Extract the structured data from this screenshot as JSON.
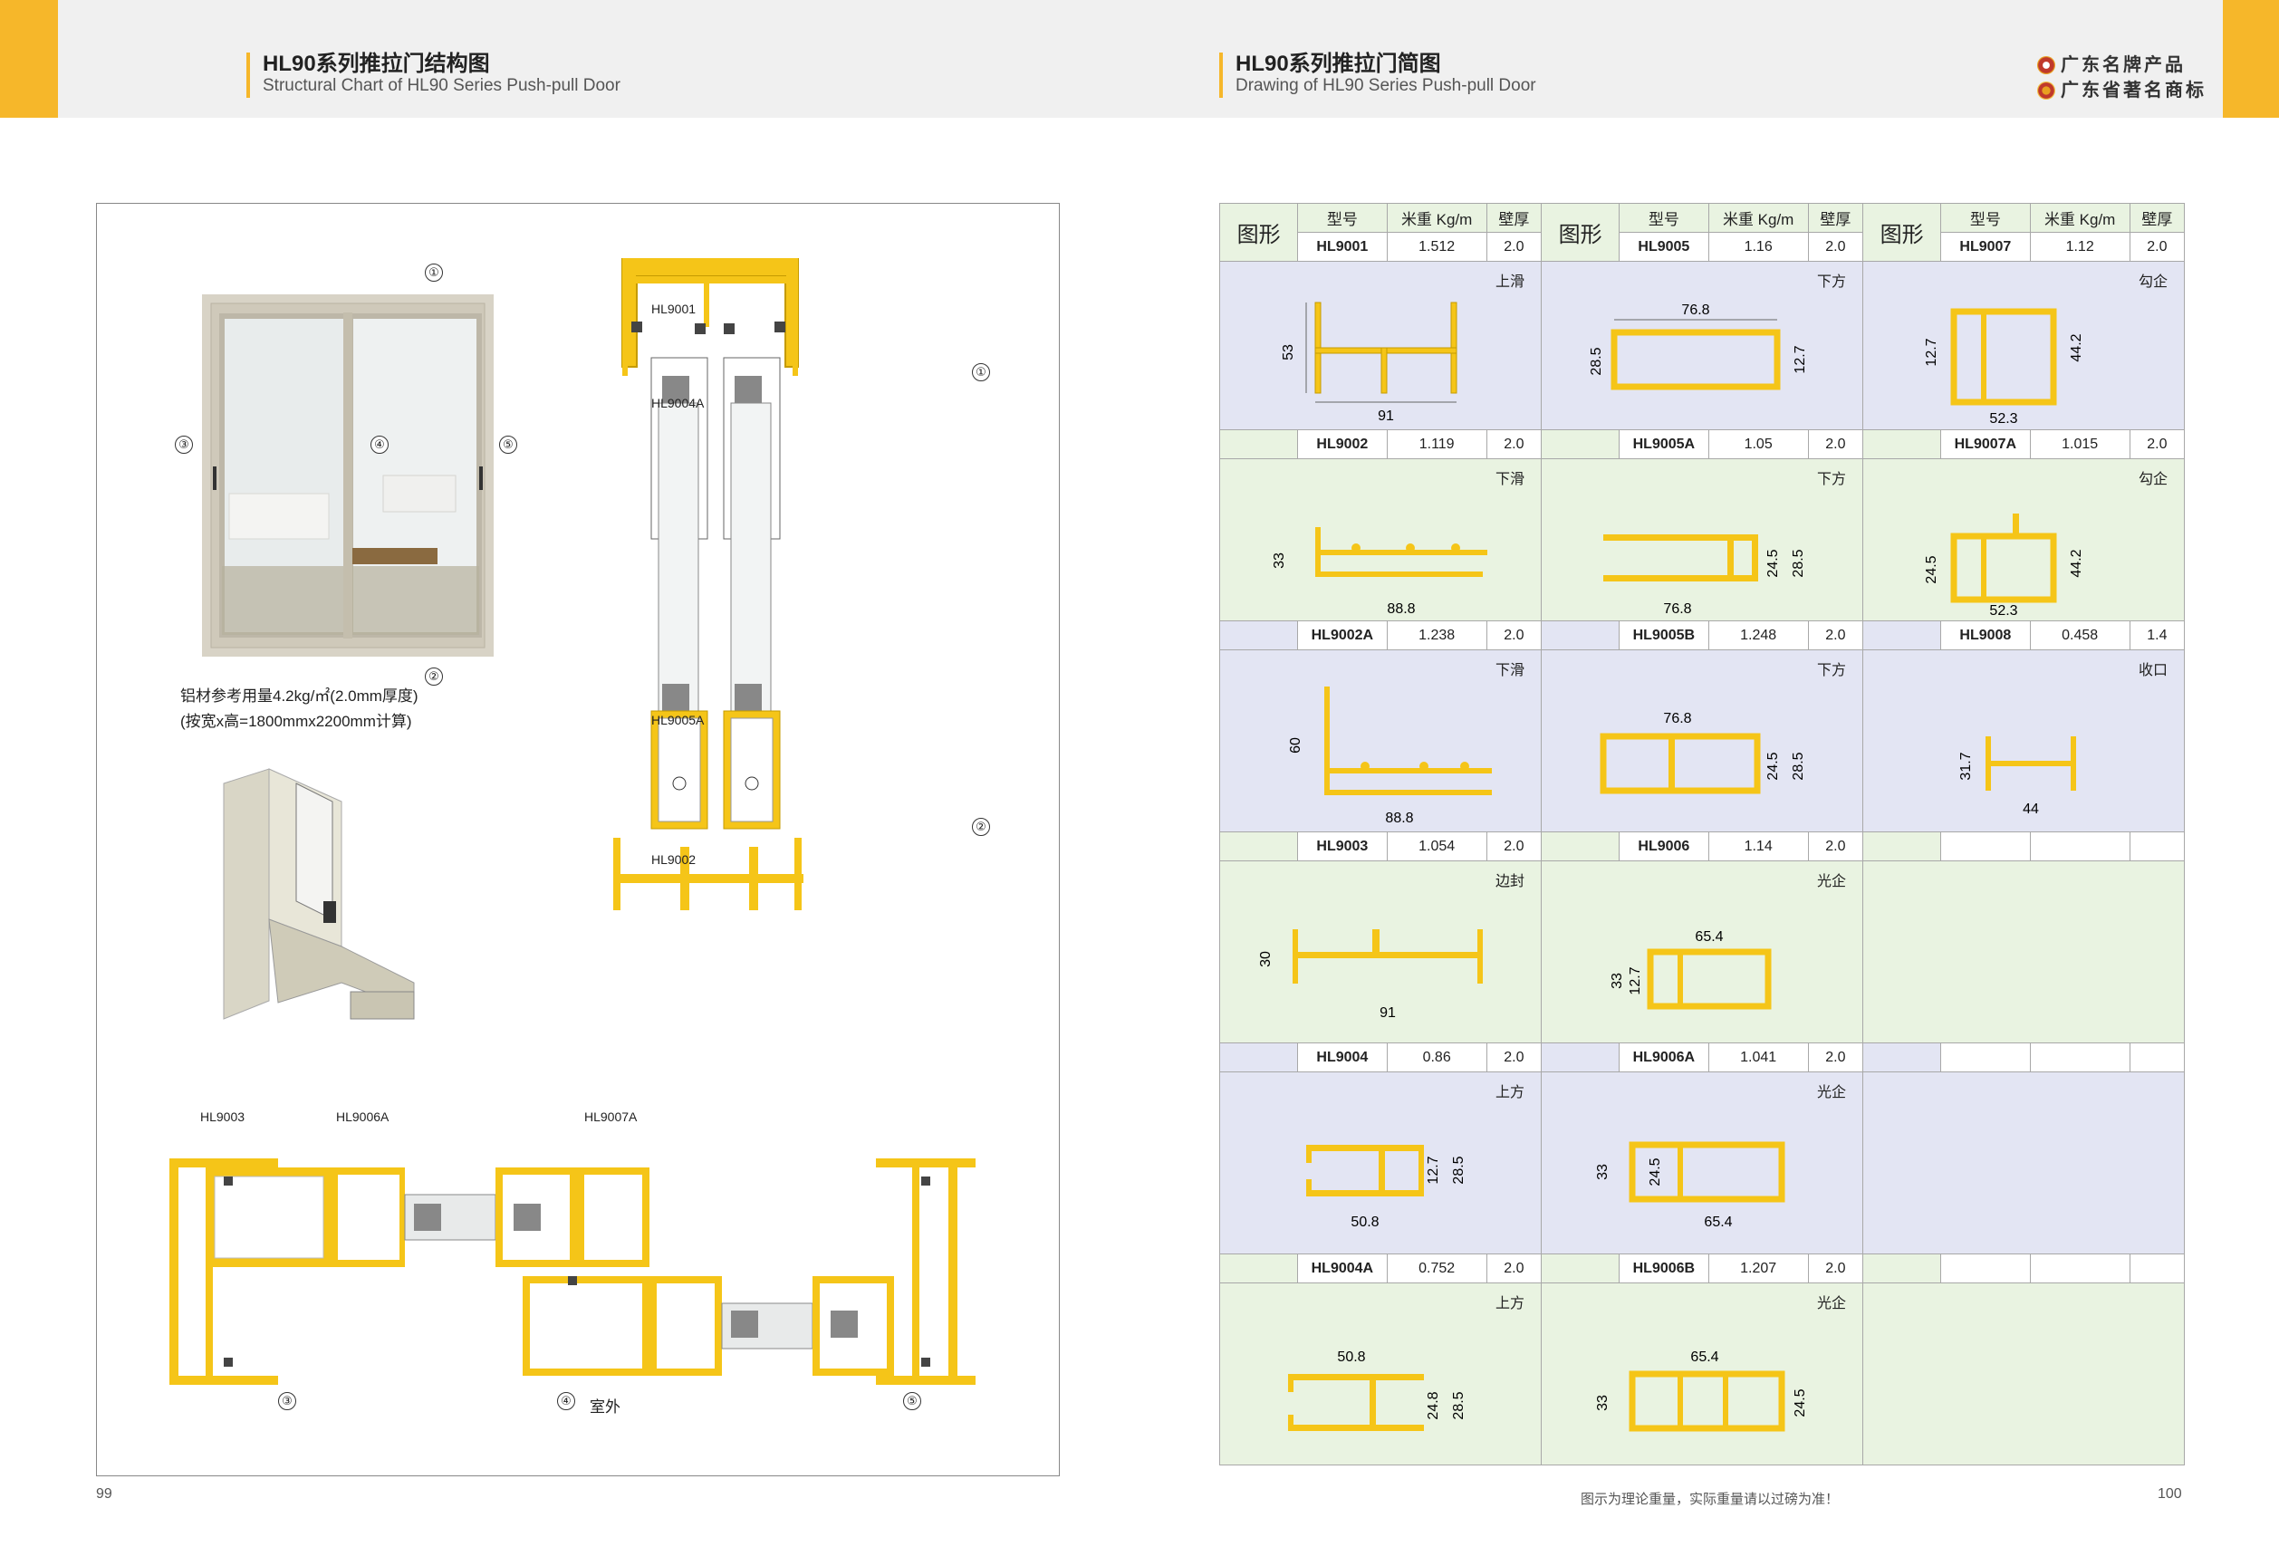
{
  "header": {
    "left_title_cn": "HL90系列推拉门结构图",
    "left_title_en": "Structural Chart of HL90 Series Push-pull Door",
    "right_title_cn": "HL90系列推拉门简图",
    "right_title_en": "Drawing of HL90 Series Push-pull Door",
    "brand_1": "广东名牌产品",
    "brand_2": "广东省著名商标"
  },
  "left": {
    "note_line1": "铝材参考用量4.2kg/㎡(2.0mm厚度)",
    "note_line2": "(按宽x高=1800mmx2200mm计算)",
    "labels": {
      "hl9001": "HL9001",
      "hl9004a": "HL9004A",
      "hl9005a": "HL9005A",
      "hl9002": "HL9002",
      "hl9003": "HL9003",
      "hl9006a": "HL9006A",
      "hl9007a": "HL9007A",
      "outside": "室外"
    },
    "circles": [
      "①",
      "②",
      "③",
      "④",
      "⑤"
    ]
  },
  "table": {
    "head": {
      "figure": "图形",
      "model": "型号",
      "weight": "米重 Kg/m",
      "wall": "壁厚"
    },
    "rows": [
      [
        {
          "model": "HL9001",
          "weight": "1.512",
          "wall": "2.0",
          "tag": "上滑",
          "dims": [
            "53",
            "91"
          ]
        },
        {
          "model": "HL9005",
          "weight": "1.16",
          "wall": "2.0",
          "tag": "下方",
          "dims": [
            "76.8",
            "28.5",
            "12.7"
          ]
        },
        {
          "model": "HL9007",
          "weight": "1.12",
          "wall": "2.0",
          "tag": "勾企",
          "dims": [
            "12.7",
            "44.2",
            "52.3"
          ]
        }
      ],
      [
        {
          "model": "HL9002",
          "weight": "1.119",
          "wall": "2.0",
          "tag": "下滑",
          "dims": [
            "33",
            "88.8"
          ]
        },
        {
          "model": "HL9005A",
          "weight": "1.05",
          "wall": "2.0",
          "tag": "下方",
          "dims": [
            "24.5",
            "28.5",
            "76.8"
          ]
        },
        {
          "model": "HL9007A",
          "weight": "1.015",
          "wall": "2.0",
          "tag": "勾企",
          "dims": [
            "24.5",
            "44.2",
            "52.3"
          ]
        }
      ],
      [
        {
          "model": "HL9002A",
          "weight": "1.238",
          "wall": "2.0",
          "tag": "下滑",
          "dims": [
            "60",
            "88.8"
          ]
        },
        {
          "model": "HL9005B",
          "weight": "1.248",
          "wall": "2.0",
          "tag": "下方",
          "dims": [
            "76.8",
            "24.5",
            "28.5"
          ]
        },
        {
          "model": "HL9008",
          "weight": "0.458",
          "wall": "1.4",
          "tag": "收口",
          "dims": [
            "31.7",
            "44"
          ]
        }
      ],
      [
        {
          "model": "HL9003",
          "weight": "1.054",
          "wall": "2.0",
          "tag": "边封",
          "dims": [
            "30",
            "91"
          ]
        },
        {
          "model": "HL9006",
          "weight": "1.14",
          "wall": "2.0",
          "tag": "光企",
          "dims": [
            "65.4",
            "33",
            "12.7"
          ]
        }
      ],
      [
        {
          "model": "HL9004",
          "weight": "0.86",
          "wall": "2.0",
          "tag": "上方",
          "dims": [
            "12.7",
            "28.5",
            "50.8"
          ]
        },
        {
          "model": "HL9006A",
          "weight": "1.041",
          "wall": "2.0",
          "tag": "光企",
          "dims": [
            "33",
            "24.5",
            "65.4"
          ]
        }
      ],
      [
        {
          "model": "HL9004A",
          "weight": "0.752",
          "wall": "2.0",
          "tag": "上方",
          "dims": [
            "50.8",
            "24.8",
            "28.5"
          ]
        },
        {
          "model": "HL9006B",
          "weight": "1.207",
          "wall": "2.0",
          "tag": "光企",
          "dims": [
            "65.4",
            "33",
            "24.5"
          ]
        }
      ]
    ]
  },
  "footer": {
    "page_left": "99",
    "page_right": "100",
    "note": "图示为理论重量，实际重量请以过磅为准！"
  },
  "colors": {
    "accent": "#f6b72a",
    "profile": "#f5c518",
    "row_blue": "#e3e5f3",
    "row_green": "#e9f3e1"
  }
}
